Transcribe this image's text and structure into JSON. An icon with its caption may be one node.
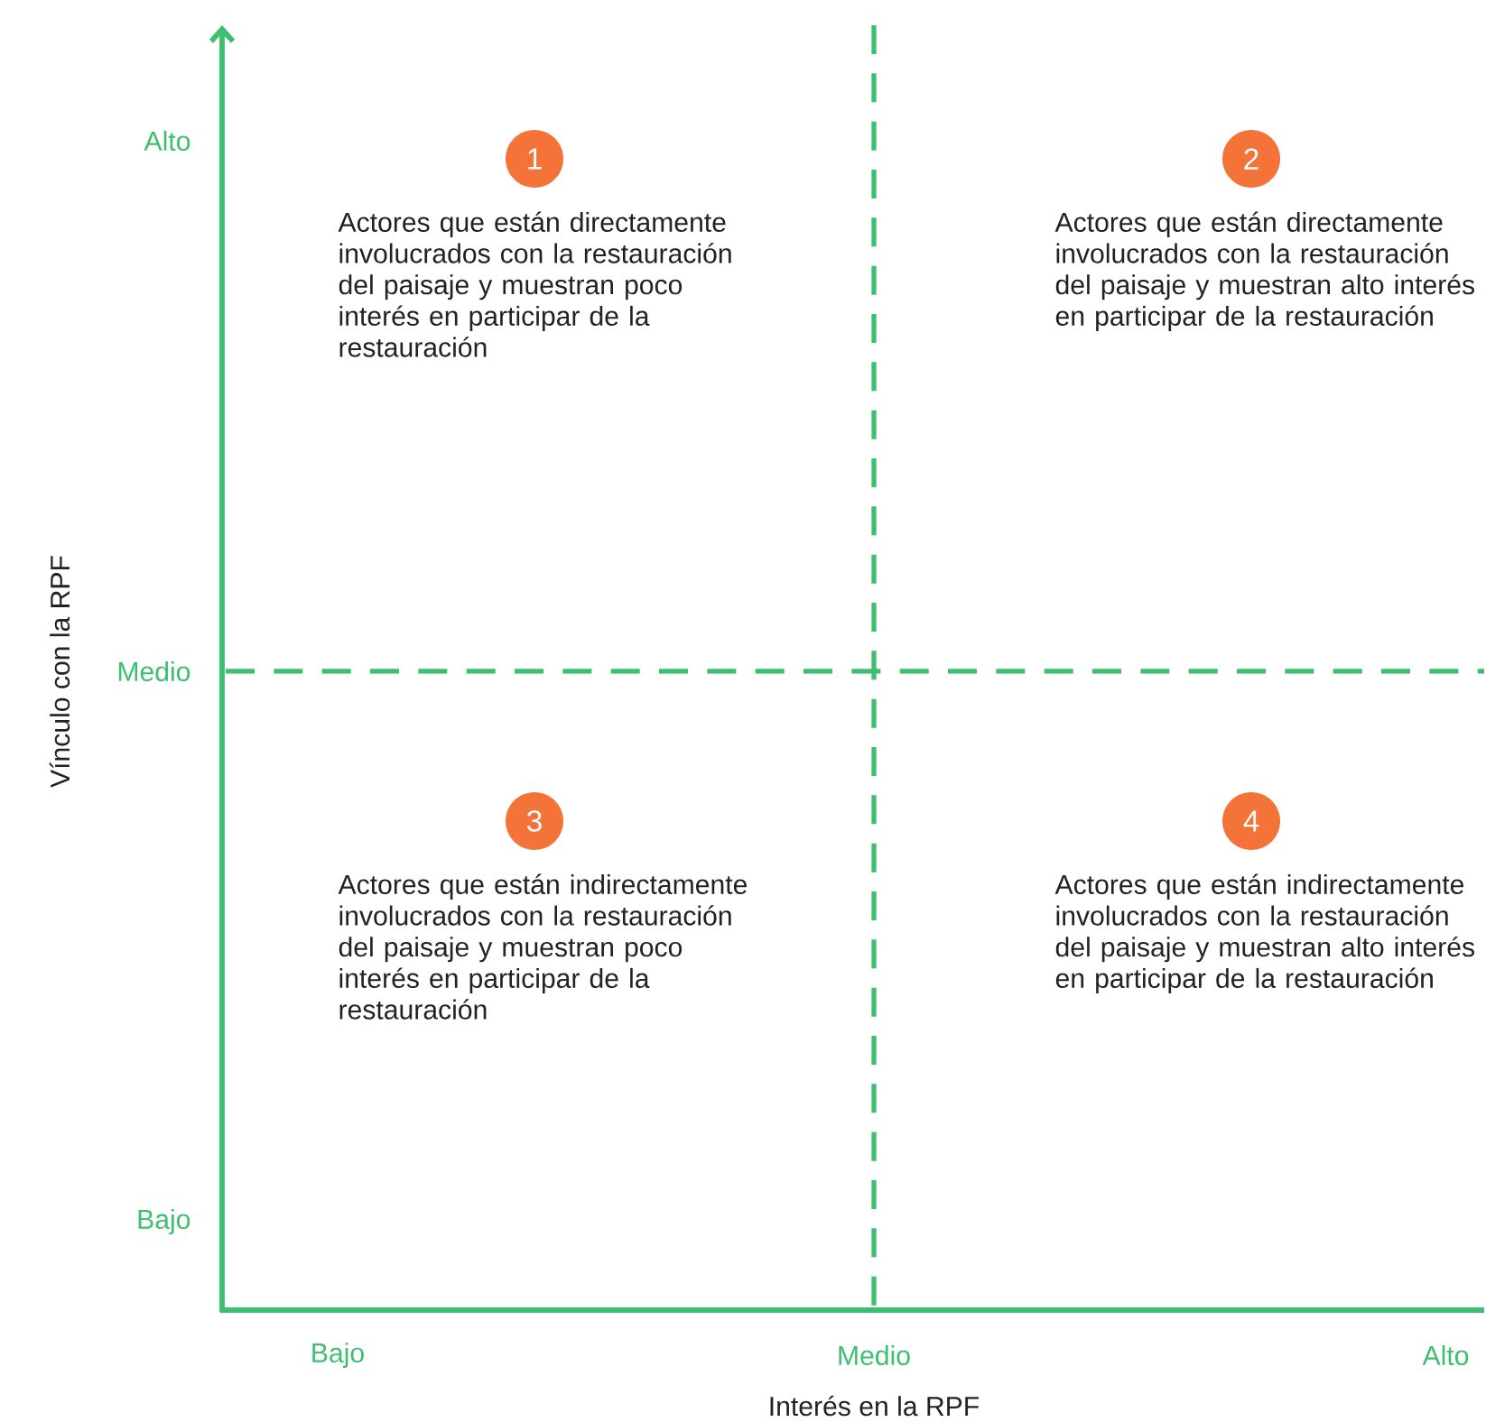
{
  "diagram": {
    "nodes": [
      {
        "text": [
          "1"
        ],
        "beside": [
          "Actores que están directamente involucrados con la restauración del paisaje y muestran poco interés en participar de la restauración"
        ]
      },
      {
        "text": [
          "2"
        ],
        "beside": [
          "Actores que están directamente involucrados con la restauración del paisaje y muestran alto interés en participar de la restauración"
        ]
      },
      {
        "text": [
          "3"
        ],
        "beside": [
          "Actores que están indirectamente involucrados con la restauración del paisaje y muestran poco interés en participar de la restauración"
        ]
      },
      {
        "text": [
          "4"
        ],
        "beside": [
          "Actores que están indirectamente involucrados con la restauración del paisaje y muestran alto interés en participar de la restauración"
        ]
      }
    ],
    "labels": [
      "Alto",
      "Medio",
      "Vínculo con la RPF",
      "Bajo",
      "Bajo",
      "Medio",
      "Alto",
      "Interés en la RPF"
    ]
  }
}
